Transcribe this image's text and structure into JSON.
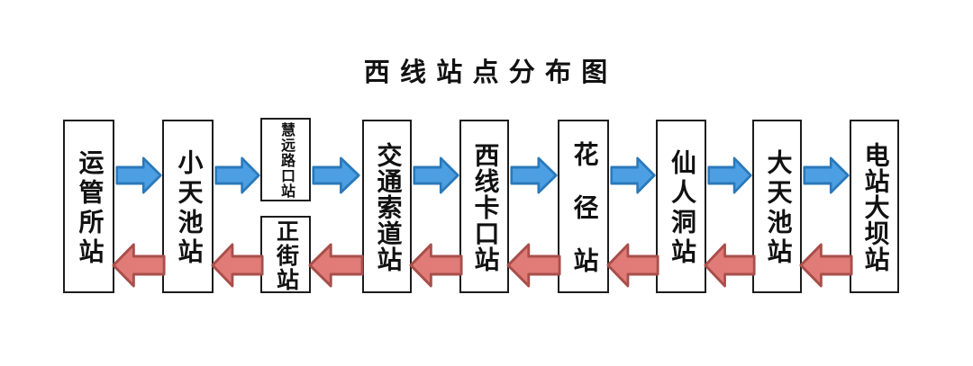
{
  "title": "西 线 站 点 分 布 图",
  "stations": [
    {
      "label": "运管所站"
    },
    {
      "label": "小天池站"
    },
    {
      "label": "慧远路口站"
    },
    {
      "label": "正街站"
    },
    {
      "label": "交通索道站"
    },
    {
      "label": "西线卡口站"
    },
    {
      "label": "花径站"
    },
    {
      "label": "仙人洞站"
    },
    {
      "label": "大天池站"
    },
    {
      "label": "电站大坝站"
    }
  ],
  "flow": {
    "forward_sequence": [
      "运管所站",
      "小天池站",
      "慧远路口站",
      "交通索道站",
      "西线卡口站",
      "花径站",
      "仙人洞站",
      "大天池站",
      "电站大坝站"
    ],
    "return_sequence": [
      "电站大坝站",
      "大天池站",
      "仙人洞站",
      "花径站",
      "西线卡口站",
      "交通索道站",
      "正街站",
      "小天池站",
      "运管所站"
    ]
  },
  "colors": {
    "background": "#ffffff",
    "text": "#111111",
    "box_border": "#1c1c1c",
    "forward_arrow_fill": "#4d9fe3",
    "forward_arrow_stroke": "#2a79ba",
    "return_arrow_fill": "#e07b77",
    "return_arrow_stroke": "#a84f4b"
  }
}
